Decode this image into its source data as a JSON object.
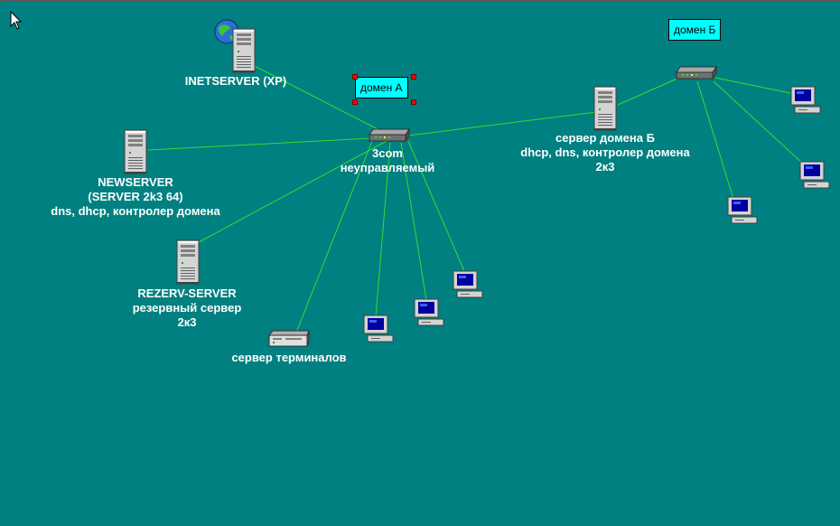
{
  "colors": {
    "background": "#008080",
    "link": "#33dd33",
    "label": "#ffffff",
    "domain_box": "#00ffff"
  },
  "domains": {
    "a": "домен А",
    "b": "домен Б"
  },
  "nodes": {
    "inetserver": {
      "icon": "server-with-globe-icon",
      "label": [
        "INETSERVER (XP)"
      ]
    },
    "hub_a": {
      "icon": "network-hub-icon",
      "label": [
        "3com",
        "неуправляемый"
      ]
    },
    "newserver": {
      "icon": "server-icon",
      "label": [
        "NEWSERVER",
        "(SERVER 2k3 64)",
        "dns, dhcp, контролер домена"
      ]
    },
    "rezerv": {
      "icon": "server-icon",
      "label": [
        "REZERV-SERVER",
        "резервный сервер",
        "2к3"
      ]
    },
    "terminal": {
      "icon": "rack-server-icon",
      "label": [
        "сервер терминалов"
      ]
    },
    "server_b": {
      "icon": "server-icon",
      "label": [
        "сервер домена Б",
        "dhcp, dns, контролер домена",
        "2к3"
      ]
    },
    "hub_b": {
      "icon": "network-hub-icon",
      "label": []
    }
  }
}
